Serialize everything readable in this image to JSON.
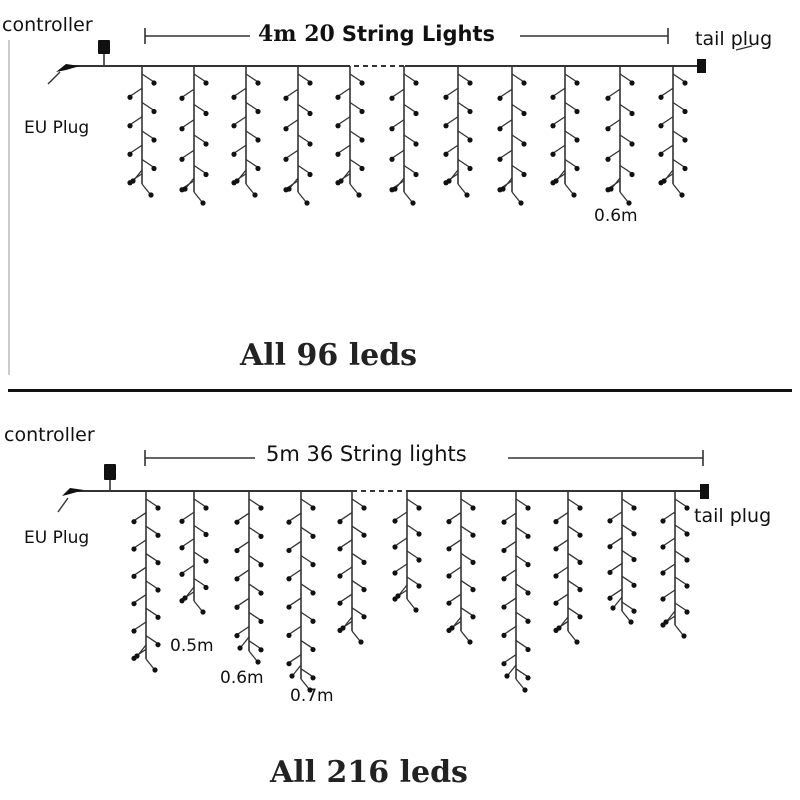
{
  "top": {
    "title_part1": "4m 20",
    "title_part2": "String Lights",
    "controller_label": "controller",
    "plug_label": "EU Plug",
    "tail_label": "tail plug",
    "drop_length_label": "0.6m",
    "total_label": "All 96 leds"
  },
  "bottom": {
    "title": "5m 36 String lights",
    "controller_label": "controller",
    "plug_label": "EU Plug",
    "tail_label": "tail plug",
    "drop_lengths": [
      "0.5m",
      "0.6m",
      "0.7m"
    ],
    "total_label": "All 216 leds"
  },
  "colors": {
    "wire": "#333333",
    "divider": "#111111"
  }
}
